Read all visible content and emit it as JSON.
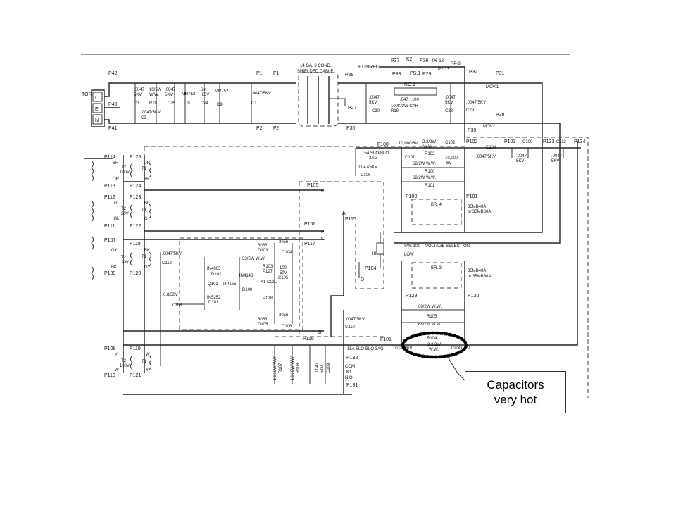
{
  "callout": {
    "line1": "Capacitors",
    "line2": "very hot"
  },
  "labels": {
    "tor": "TOR",
    "p42": "P42",
    "p40": "P40",
    "p41": "P41",
    "l": "L",
    "e": "E",
    "n": "N",
    "c3v": ".0047",
    "c3kv": "5KV",
    "c3": "C3",
    "r20a": "10/5W",
    "r20b": "W.W.",
    "r20": "R20",
    "c25v": ".0047",
    "c25kv": "5KV",
    "c25": "C25",
    "mr752a": "MR752",
    "d8": "D8",
    "c24a": "68",
    "c24b": ".63V",
    "c24": "C24",
    "mr752b": "MR752",
    "d9": "D9",
    "c2v": ".0047/5KV",
    "c2": "C2",
    "p1": "P1",
    "f1": "F1",
    "c1v": ".0047/5KV",
    "c1": "C1",
    "p2": "P2",
    "f2": "F2",
    "cable1": "14 GA. 3 COND.",
    "cable2": "SHIELDED CABLE",
    "p28": "P28",
    "p27": "P27",
    "p30": "P30",
    "unreg": "+ UNREG",
    "p37": "P37",
    "k2": "K2",
    "p36": "P36",
    "p613": "P6-13",
    "p213": "P2-13",
    "rp3": "RP-3",
    "p33": "P33",
    "ps1": "PS.1",
    "p29": "P29",
    "rc1": "RC.1",
    "rc1v": ".047 +100",
    "r19v": "100K/2W CAR",
    "r19": "R19",
    "c30v": ".0047",
    "c30kv": "5KV",
    "c30": "C30",
    "c28v": ".0047",
    "c28kv": "5KV",
    "c28": "C28",
    "p32": "P32",
    "p31": "P31",
    "mov1": "MOV.1",
    "c29v": ".0047/5KV",
    "c29": "C29",
    "p38": "P38",
    "mov2": "MOV2",
    "p39": "P39",
    "p102": "P102",
    "c104": "C104",
    "c104v": ".0047/5KV",
    "p103": "P103",
    "c100": "C100",
    "c100v": ".0047",
    "c100kv": "5KV",
    "p133": "P133",
    "c113": "C113",
    "c113v": ".0047",
    "c113kv": "5KV",
    "p134": "P134",
    "f100": "F100",
    "f100a": "15A SLO-BLO",
    "f100b": "3AG",
    "c101v": "10,000/6V",
    "c101": "C101",
    "r102a": "2.2/2W",
    "r102b": "W.W.",
    "r102": "R102",
    "c102": "C102",
    "c102a": "10,000",
    "c102b": "6V",
    "c106v": ".0047/5KV",
    "c106": "C106",
    "r100v": "68/2W W.W.",
    "r100": "R100",
    "r101": "R101",
    "p100": "P100",
    "p101": "P101",
    "br4": "BR. 4",
    "br4a": "35MB40A",
    "br4b": "or 35MB60A",
    "p114": "P114",
    "p125": "P125",
    "br": "BR",
    "or": "OR",
    "t2a": "T2",
    "t2b": "100V",
    "t1": "T1",
    "p113": "P113",
    "p124": "P124",
    "p112": "P112",
    "p123": "P123",
    "g": "G",
    "bl": "BL",
    "t2c": "T2",
    "t2d": "20V",
    "p111": "P111",
    "p122": "P122",
    "p105": "P105",
    "eout": "E",
    "p106": "P106",
    "fout": "F",
    "p117": "P117",
    "cout": "C",
    "p115": "P115",
    "aout": "A",
    "p107": "P107",
    "p118": "P118",
    "gy": "GY",
    "bk": "BK",
    "t2e": "T2",
    "t2f": "20V",
    "p109": "P109",
    "p120": "P120",
    "c112v": ".0047/5KV",
    "c112": "C112",
    "s305a": "3056",
    "d103": "D103",
    "s305b": "3056",
    "d104": "D104",
    "r103v": "33/5W W.W.",
    "r103": "R103",
    "p127": "P127",
    "c105a": "100",
    "c105b": "50V",
    "c105": "C105",
    "in4003": "IN4003",
    "d102": "D102",
    "tip125": "TIP125",
    "in4148": "IN4148",
    "d100": "D100",
    "k1coil": "K1 COIL",
    "q101": "Q101",
    "in5252": "IN5252",
    "d101": "D101",
    "c103v": "6.8/50V",
    "c103": "C103",
    "p128": "P128",
    "s305c": "3056",
    "d105": "D105",
    "s305d": "3056",
    "d106": "D106",
    "sw100": "SW. 100",
    "vsel": "VOLTAGE SELECTION",
    "hi": "HI",
    "low": "LOW",
    "p104": "P104",
    "dout": "D",
    "br3": "BR. 3",
    "br3a": "35MB40A",
    "br3b": "or 35MB60A",
    "p129": "P129",
    "p130": "P130",
    "r105": "R105",
    "r104": "R104",
    "bout": "B",
    "p116": "P116",
    "c110v": ".0047/5KV",
    "c110": "C110",
    "f101": "F101",
    "f101a": "15A SLO-BLO 3AG",
    "c108v": "10,000/6V",
    "r104v": "2.2/2W",
    "r104w": "W.W.",
    "c107v": "10,000/6V",
    "p108": "P108",
    "p119": "P119",
    "y": "Y",
    "w": "W",
    "t2g": "T2",
    "t2h": "100V",
    "p110": "P110",
    "p121": "P121",
    "r107": "R107",
    "r107v": "10/10W WW",
    "r108": "R108",
    "r108v": "10/10W WW",
    "c109": "C109",
    "c109v": ".0047",
    "c109kv": "5KV",
    "p132": "P132",
    "com": "COM",
    "k1": "K1",
    "no": "N.O.",
    "p131": "P131"
  }
}
